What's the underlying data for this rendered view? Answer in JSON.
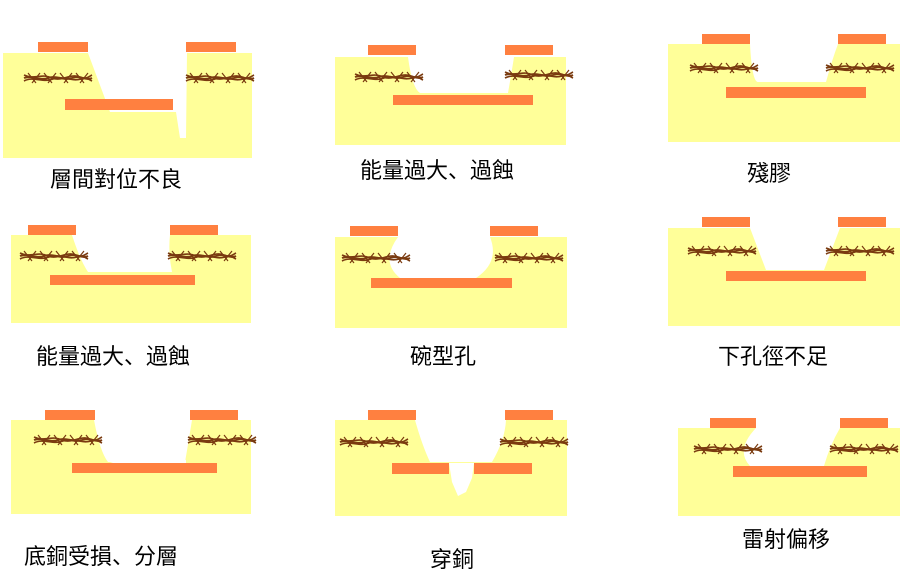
{
  "colors": {
    "substrate": "#FFFF99",
    "copper": "#FF8040",
    "fiber": "#7A3B10",
    "background": "#FFFFFF"
  },
  "captions": [
    "層間對位不良",
    "能量過大、過蝕",
    "殘膠",
    "能量過大、過蝕",
    "碗型孔",
    "下孔徑不足",
    "底銅受損、分層",
    "穿銅",
    "雷射偏移"
  ]
}
